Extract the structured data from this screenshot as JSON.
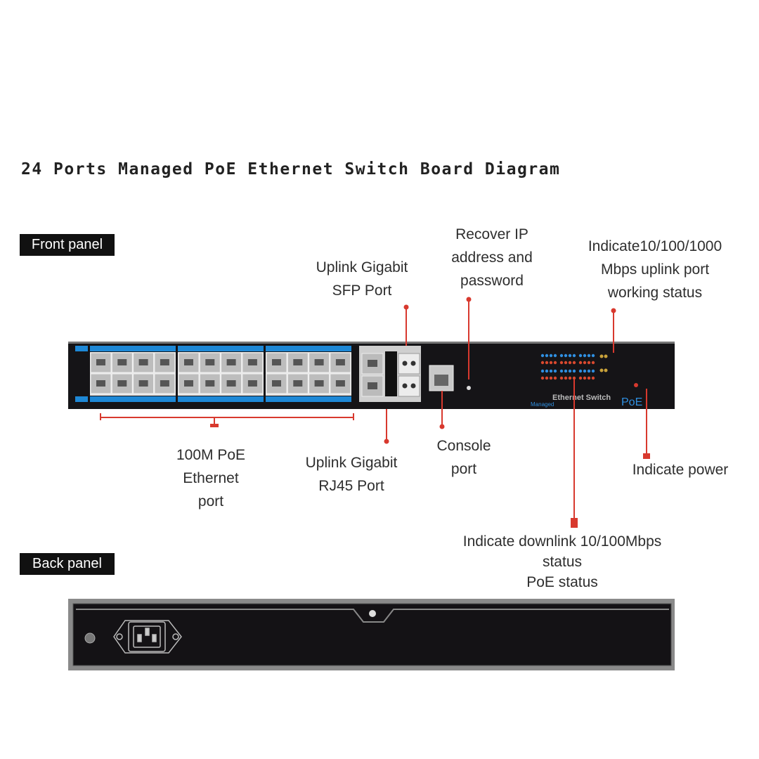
{
  "title": "24 Ports Managed PoE Ethernet Switch Board Diagram",
  "sections": {
    "front": "Front panel",
    "back": "Back panel"
  },
  "annotations": {
    "sfp": [
      "Uplink Gigabit",
      "SFP Port"
    ],
    "recover": [
      "Recover IP",
      "address and",
      "password"
    ],
    "uplink_status": [
      "Indicate10/100/1000",
      "Mbps uplink port",
      "working status"
    ],
    "poe_ports": [
      "100M PoE",
      "Ethernet",
      "port"
    ],
    "rj45": [
      "Uplink Gigabit",
      "RJ45 Port"
    ],
    "console": [
      "Console",
      "port"
    ],
    "downlink": [
      "Indicate downlink 10/100Mbps",
      "status",
      "PoE status"
    ],
    "power": [
      "Indicate power"
    ]
  },
  "logo": {
    "line1": "Ethernet Switch",
    "line2": "Managed",
    "brand": "PoE"
  },
  "colors": {
    "accent": "#d8392e",
    "port_bar": "#1e88d6",
    "panel": "#151417",
    "led_blue": "#2f8fe0",
    "led_red": "#d8492e"
  }
}
